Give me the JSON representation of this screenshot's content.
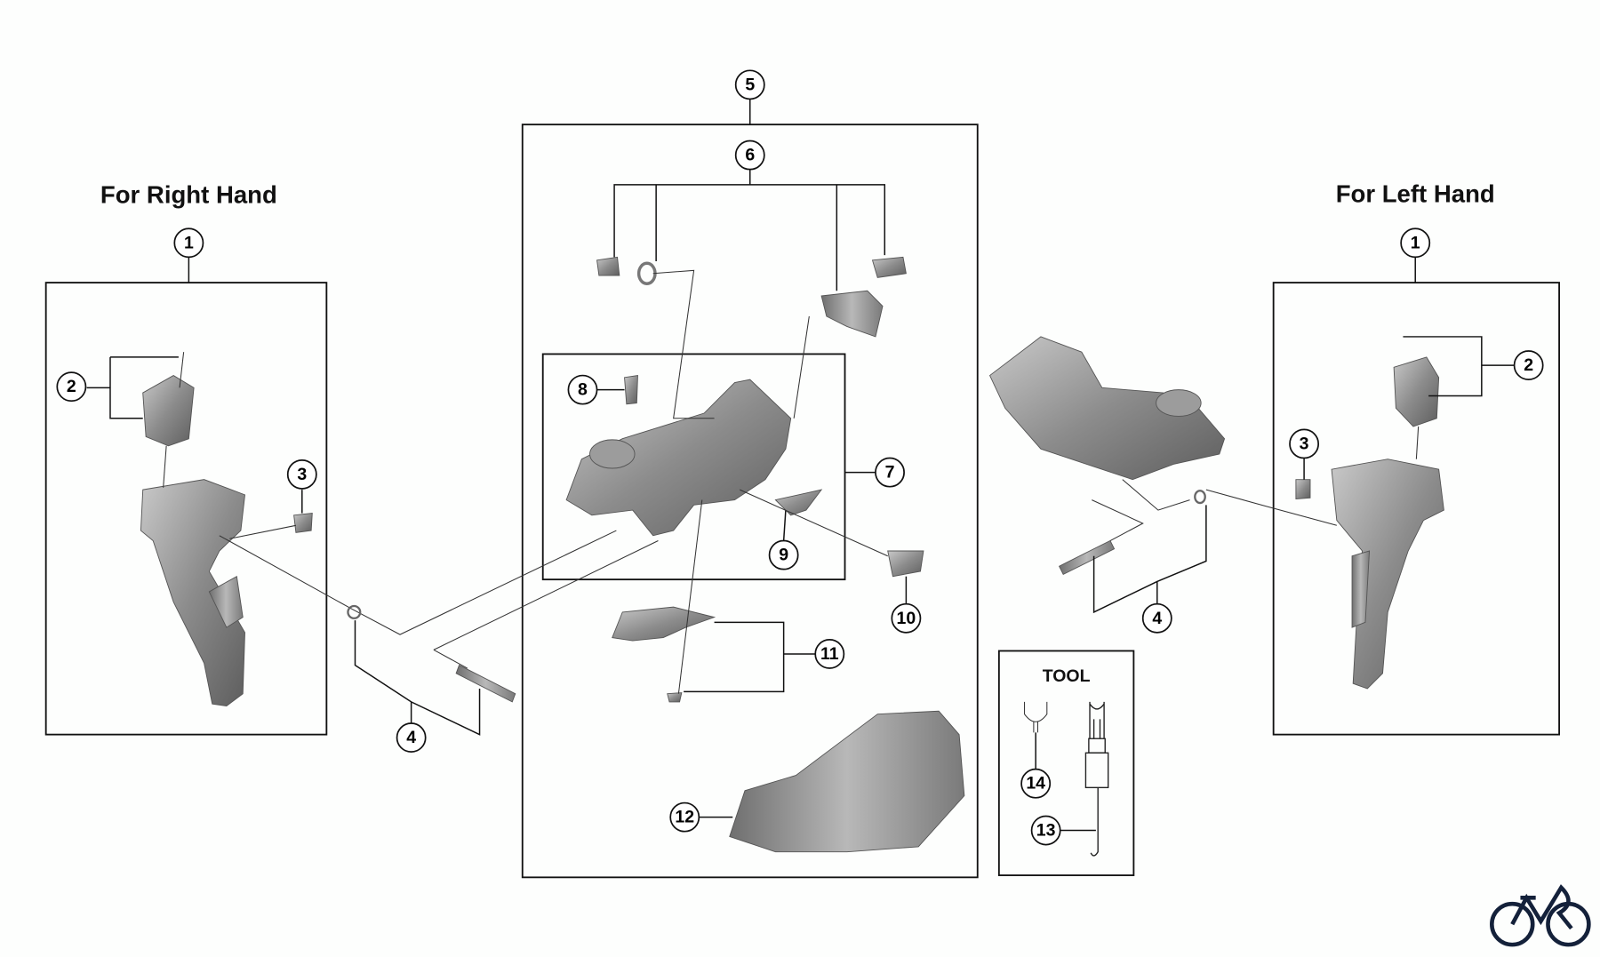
{
  "titles": {
    "right_hand": "For Right Hand",
    "left_hand": "For Left Hand",
    "tool": "TOOL"
  },
  "callouts": {
    "r1": "1",
    "r2": "2",
    "r3": "3",
    "r4": "4",
    "c5": "5",
    "c6": "6",
    "c7": "7",
    "c8": "8",
    "c9": "9",
    "c10": "10",
    "c11": "11",
    "c12": "12",
    "l1": "1",
    "l2": "2",
    "l3": "3",
    "l4": "4",
    "t13": "13",
    "t14": "14"
  },
  "colors": {
    "line": "#111111",
    "part": "#8a8a8a",
    "logo": "#14213a"
  },
  "logo_icon": "bicycle-logo-icon"
}
